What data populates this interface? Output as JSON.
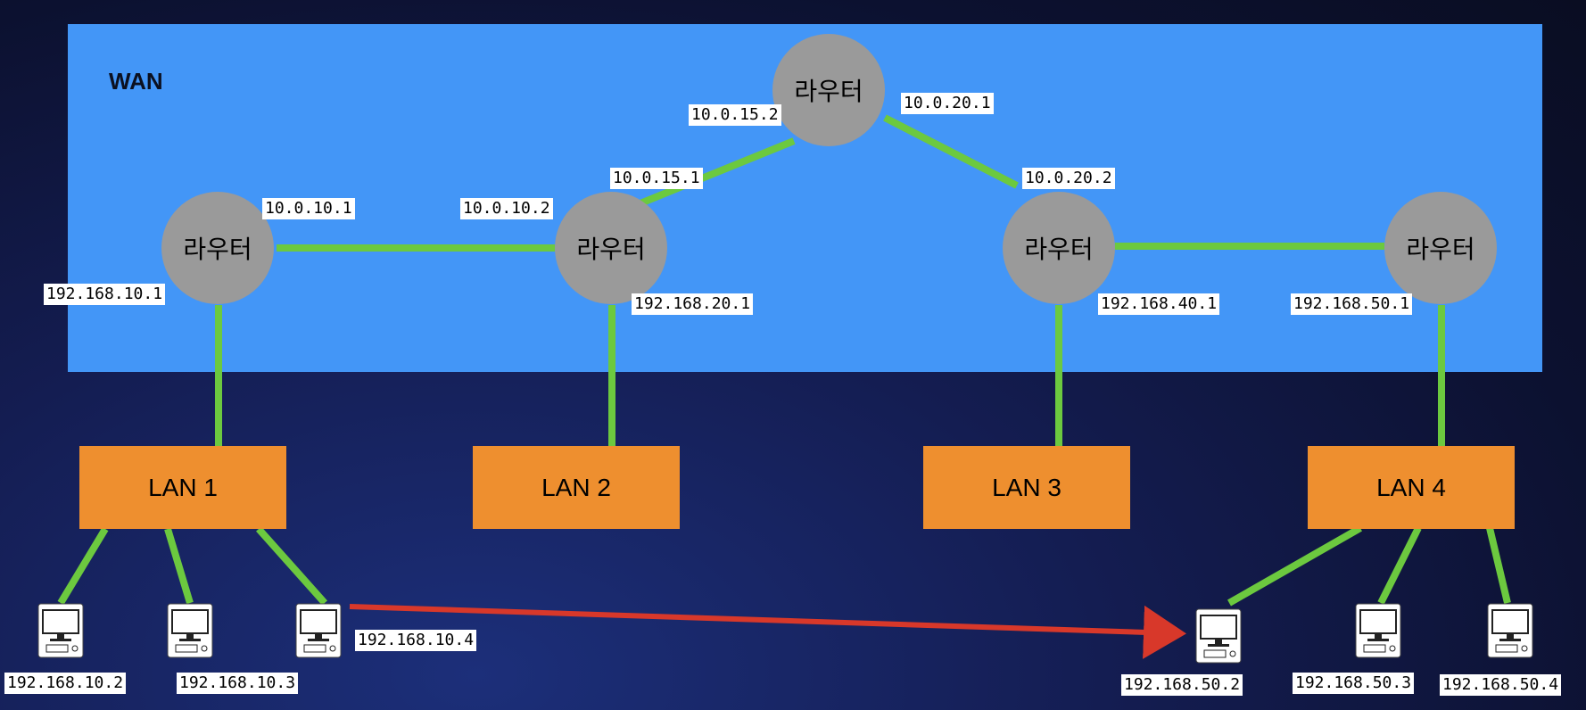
{
  "wan": {
    "label": "WAN"
  },
  "routers": [
    {
      "label": "라우터"
    },
    {
      "label": "라우터"
    },
    {
      "label": "라우터"
    },
    {
      "label": "라우터"
    },
    {
      "label": "라우터"
    }
  ],
  "lans": [
    {
      "label": "LAN 1"
    },
    {
      "label": "LAN 2"
    },
    {
      "label": "LAN 3"
    },
    {
      "label": "LAN 4"
    }
  ],
  "ip_labels": {
    "r_top_left": "10.0.15.2",
    "r_top_right": "10.0.20.1",
    "r2_top": "10.0.15.1",
    "r2_left": "10.0.10.2",
    "r1_right": "10.0.10.1",
    "r1_lan": "192.168.10.1",
    "r2_lan": "192.168.20.1",
    "r3_top": "10.0.20.2",
    "r3_lan": "192.168.40.1",
    "r4_lan": "192.168.50.1"
  },
  "hosts": [
    {
      "ip": "192.168.10.2"
    },
    {
      "ip": "192.168.10.3"
    },
    {
      "ip": "192.168.10.4"
    },
    {
      "ip": "192.168.50.2"
    },
    {
      "ip": "192.168.50.3"
    },
    {
      "ip": "192.168.50.4"
    }
  ],
  "colors": {
    "wan": "#4396f7",
    "router": "#9a9a9a",
    "lan": "#ee8f2f",
    "link": "#6cc93f",
    "arrow": "#d8382a"
  }
}
